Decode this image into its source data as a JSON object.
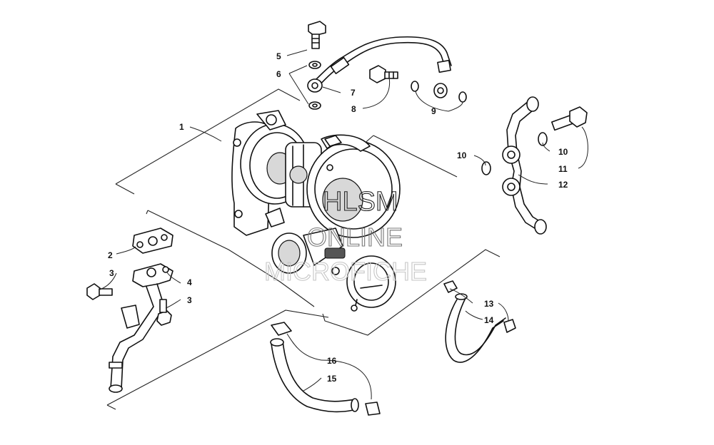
{
  "watermark": {
    "line1": "HLSM",
    "line2": "ONLINE",
    "line3": "MICROFICHE"
  },
  "callouts": [
    "1",
    "2",
    "3",
    "3",
    "4",
    "5",
    "6",
    "7",
    "8",
    "9",
    "10",
    "10",
    "11",
    "12",
    "13",
    "14",
    "15",
    "16"
  ]
}
